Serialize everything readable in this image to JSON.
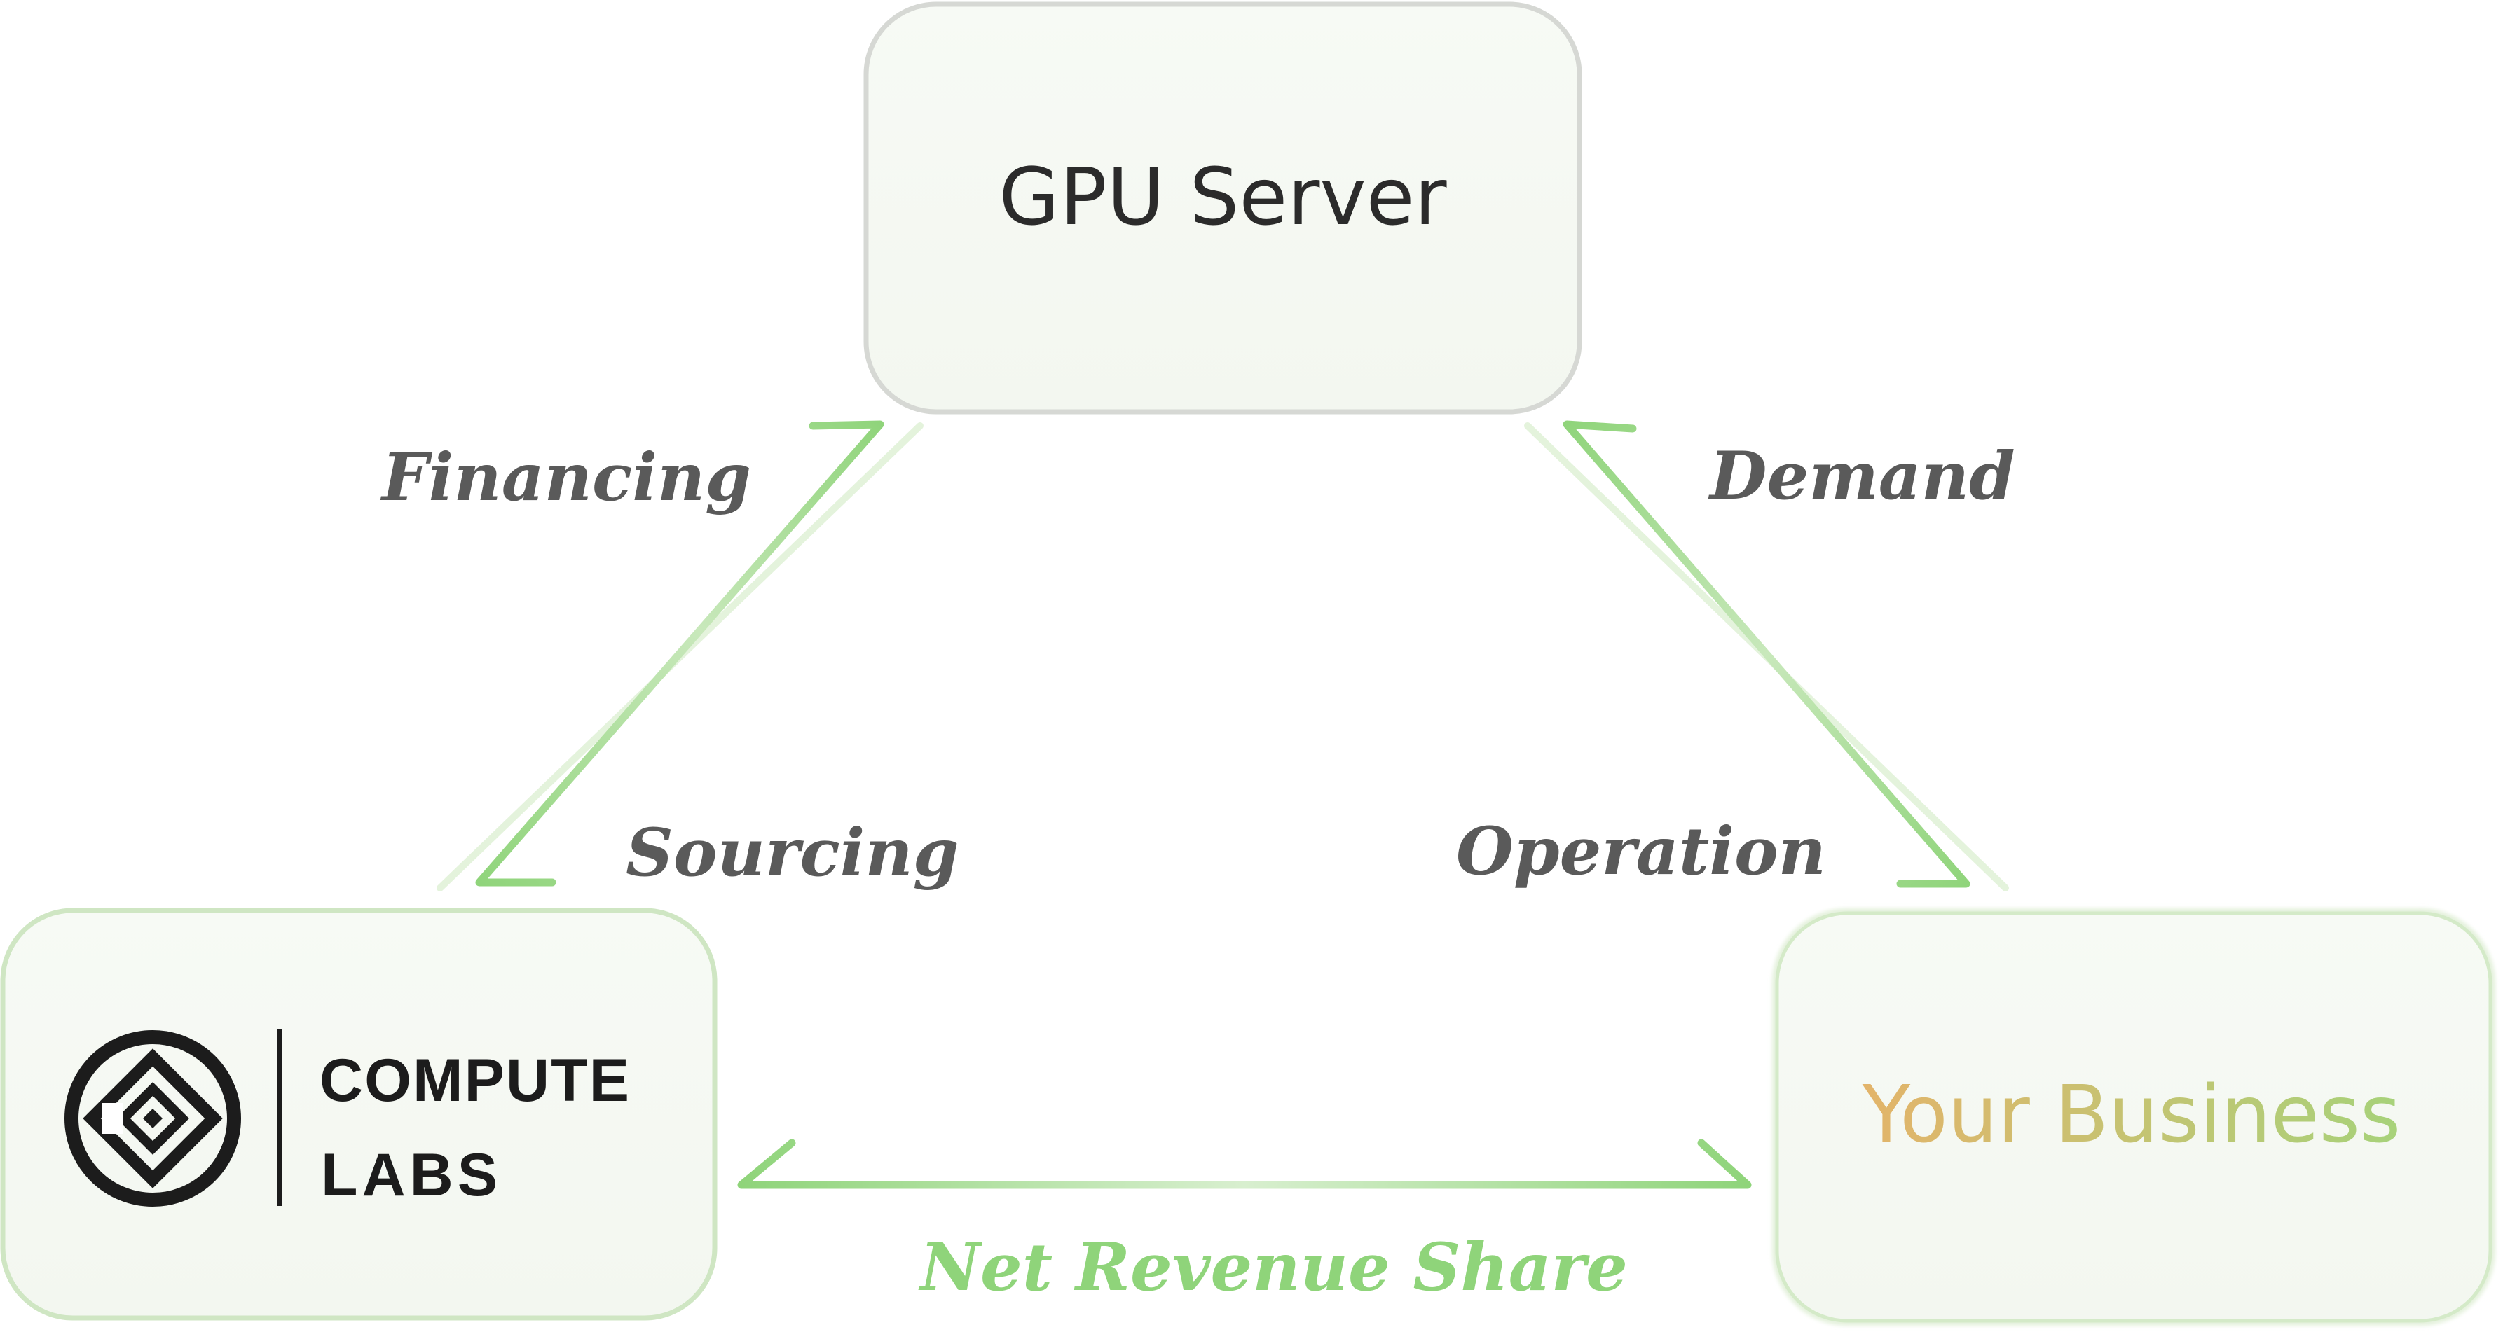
{
  "nodes": {
    "gpu_server": {
      "label": "GPU Server"
    },
    "compute_labs": {
      "logo_text_line1": "COMPUTE",
      "logo_text_line2": "LABS"
    },
    "your_business": {
      "label": "Your Business"
    }
  },
  "edges": {
    "financing": {
      "label": "Financing"
    },
    "sourcing": {
      "label": "Sourcing"
    },
    "demand": {
      "label": "Demand"
    },
    "operation": {
      "label": "Operation"
    },
    "net_revenue_share": {
      "label": "Net Revenue Share"
    }
  },
  "colors": {
    "node_fill": "#f6f9f4",
    "gpu_border": "#d6d8d4",
    "node_border_green": "#cfe6c3",
    "arrow_green": "#8fd47a",
    "arrow_green_faint": "#e4f3dc",
    "label_gray": "#5a5a5a",
    "revenue_green": "#8fd47a",
    "business_gradient_start": "#e3b46a",
    "business_gradient_end": "#a7d27a",
    "logo_dark": "#1c1c1c"
  }
}
